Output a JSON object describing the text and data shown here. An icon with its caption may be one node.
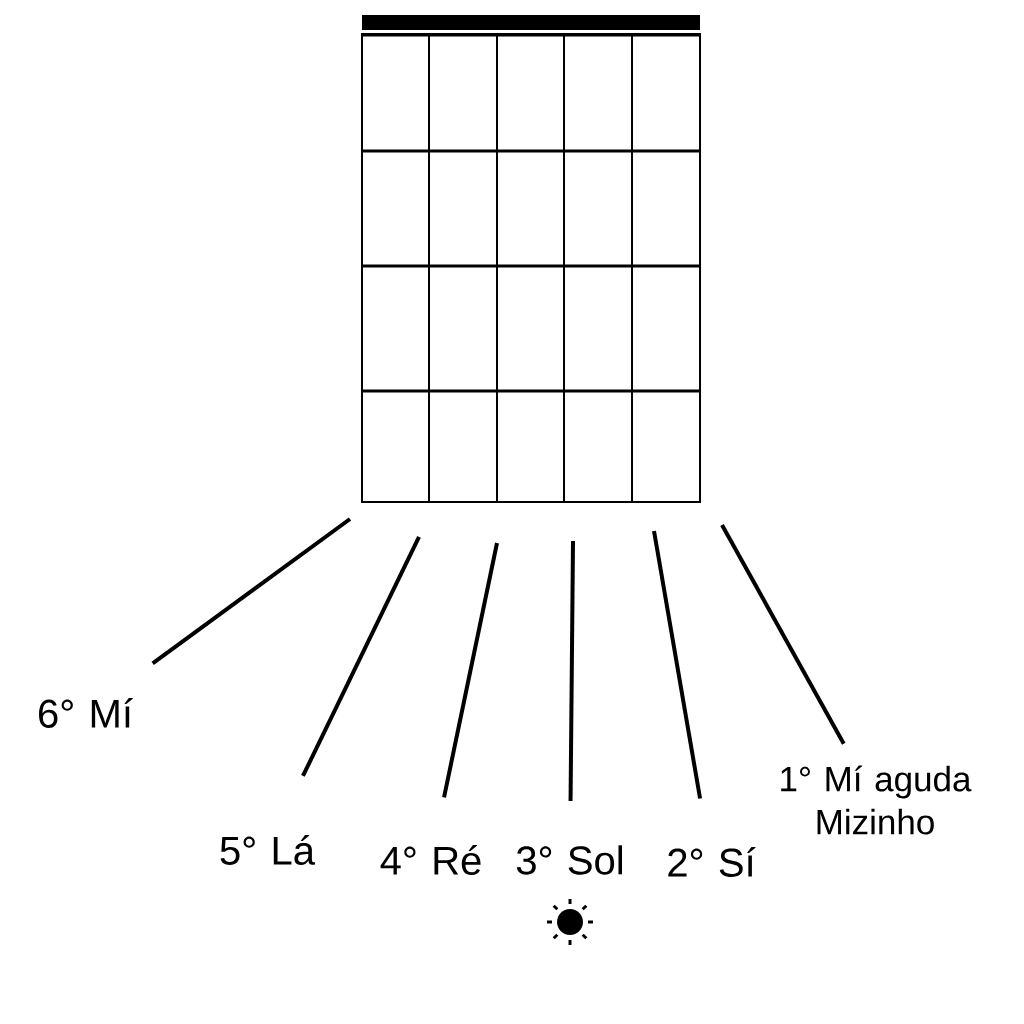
{
  "diagram": {
    "nodes": [
      {
        "text": [
          "6° Mí"
        ]
      },
      {
        "text": [
          "5° Lá"
        ]
      },
      {
        "text": [
          "4° Ré"
        ]
      },
      {
        "text": [
          "3° Sol"
        ]
      },
      {
        "text": [
          "2° Sí"
        ]
      },
      {
        "text": [
          "1° Mí aguda Mizinho"
        ]
      }
    ],
    "edges": [
      {
        "from": 0,
        "to": null,
        "arrow": "none"
      },
      {
        "from": 1,
        "to": null,
        "arrow": "none"
      },
      {
        "from": 2,
        "to": null,
        "arrow": "none"
      },
      {
        "from": 3,
        "to": null,
        "arrow": "none"
      },
      {
        "from": 4,
        "to": null,
        "arrow": "none"
      },
      {
        "from": 5,
        "to": null,
        "arrow": "none"
      }
    ]
  }
}
